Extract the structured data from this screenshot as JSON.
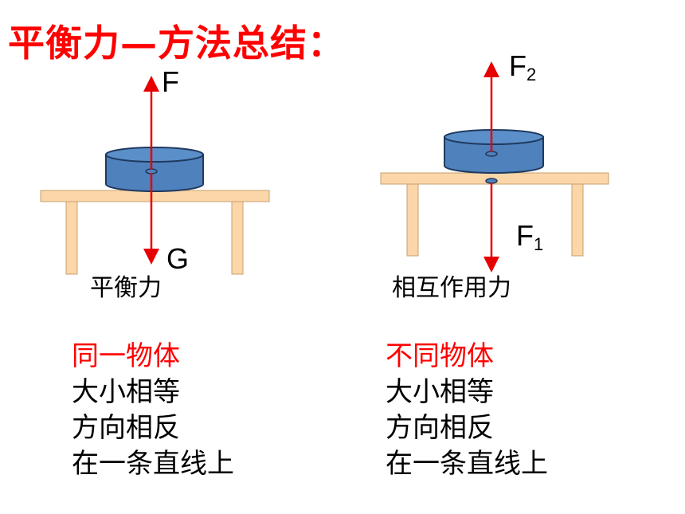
{
  "title": "平衡力—方法总结：",
  "left": {
    "force_up": "F",
    "force_down": "G",
    "caption": "平衡力",
    "properties": [
      "同一物体",
      "大小相等",
      "方向相反",
      "在一条直线上"
    ]
  },
  "right": {
    "force_up": "F",
    "force_up_sub": "2",
    "force_down": "F",
    "force_down_sub": "1",
    "caption": "相互作用力",
    "properties": [
      "不同物体",
      "大小相等",
      "方向相反",
      "在一条直线上"
    ]
  },
  "colors": {
    "title": "#ff0000",
    "highlight": "#ff0000",
    "arrow": "#e60000",
    "table_fill": "#fbd6a8",
    "table_stroke": "#c8a070",
    "object_fill": "#4f81bd",
    "object_stroke": "#1f3a5f"
  }
}
